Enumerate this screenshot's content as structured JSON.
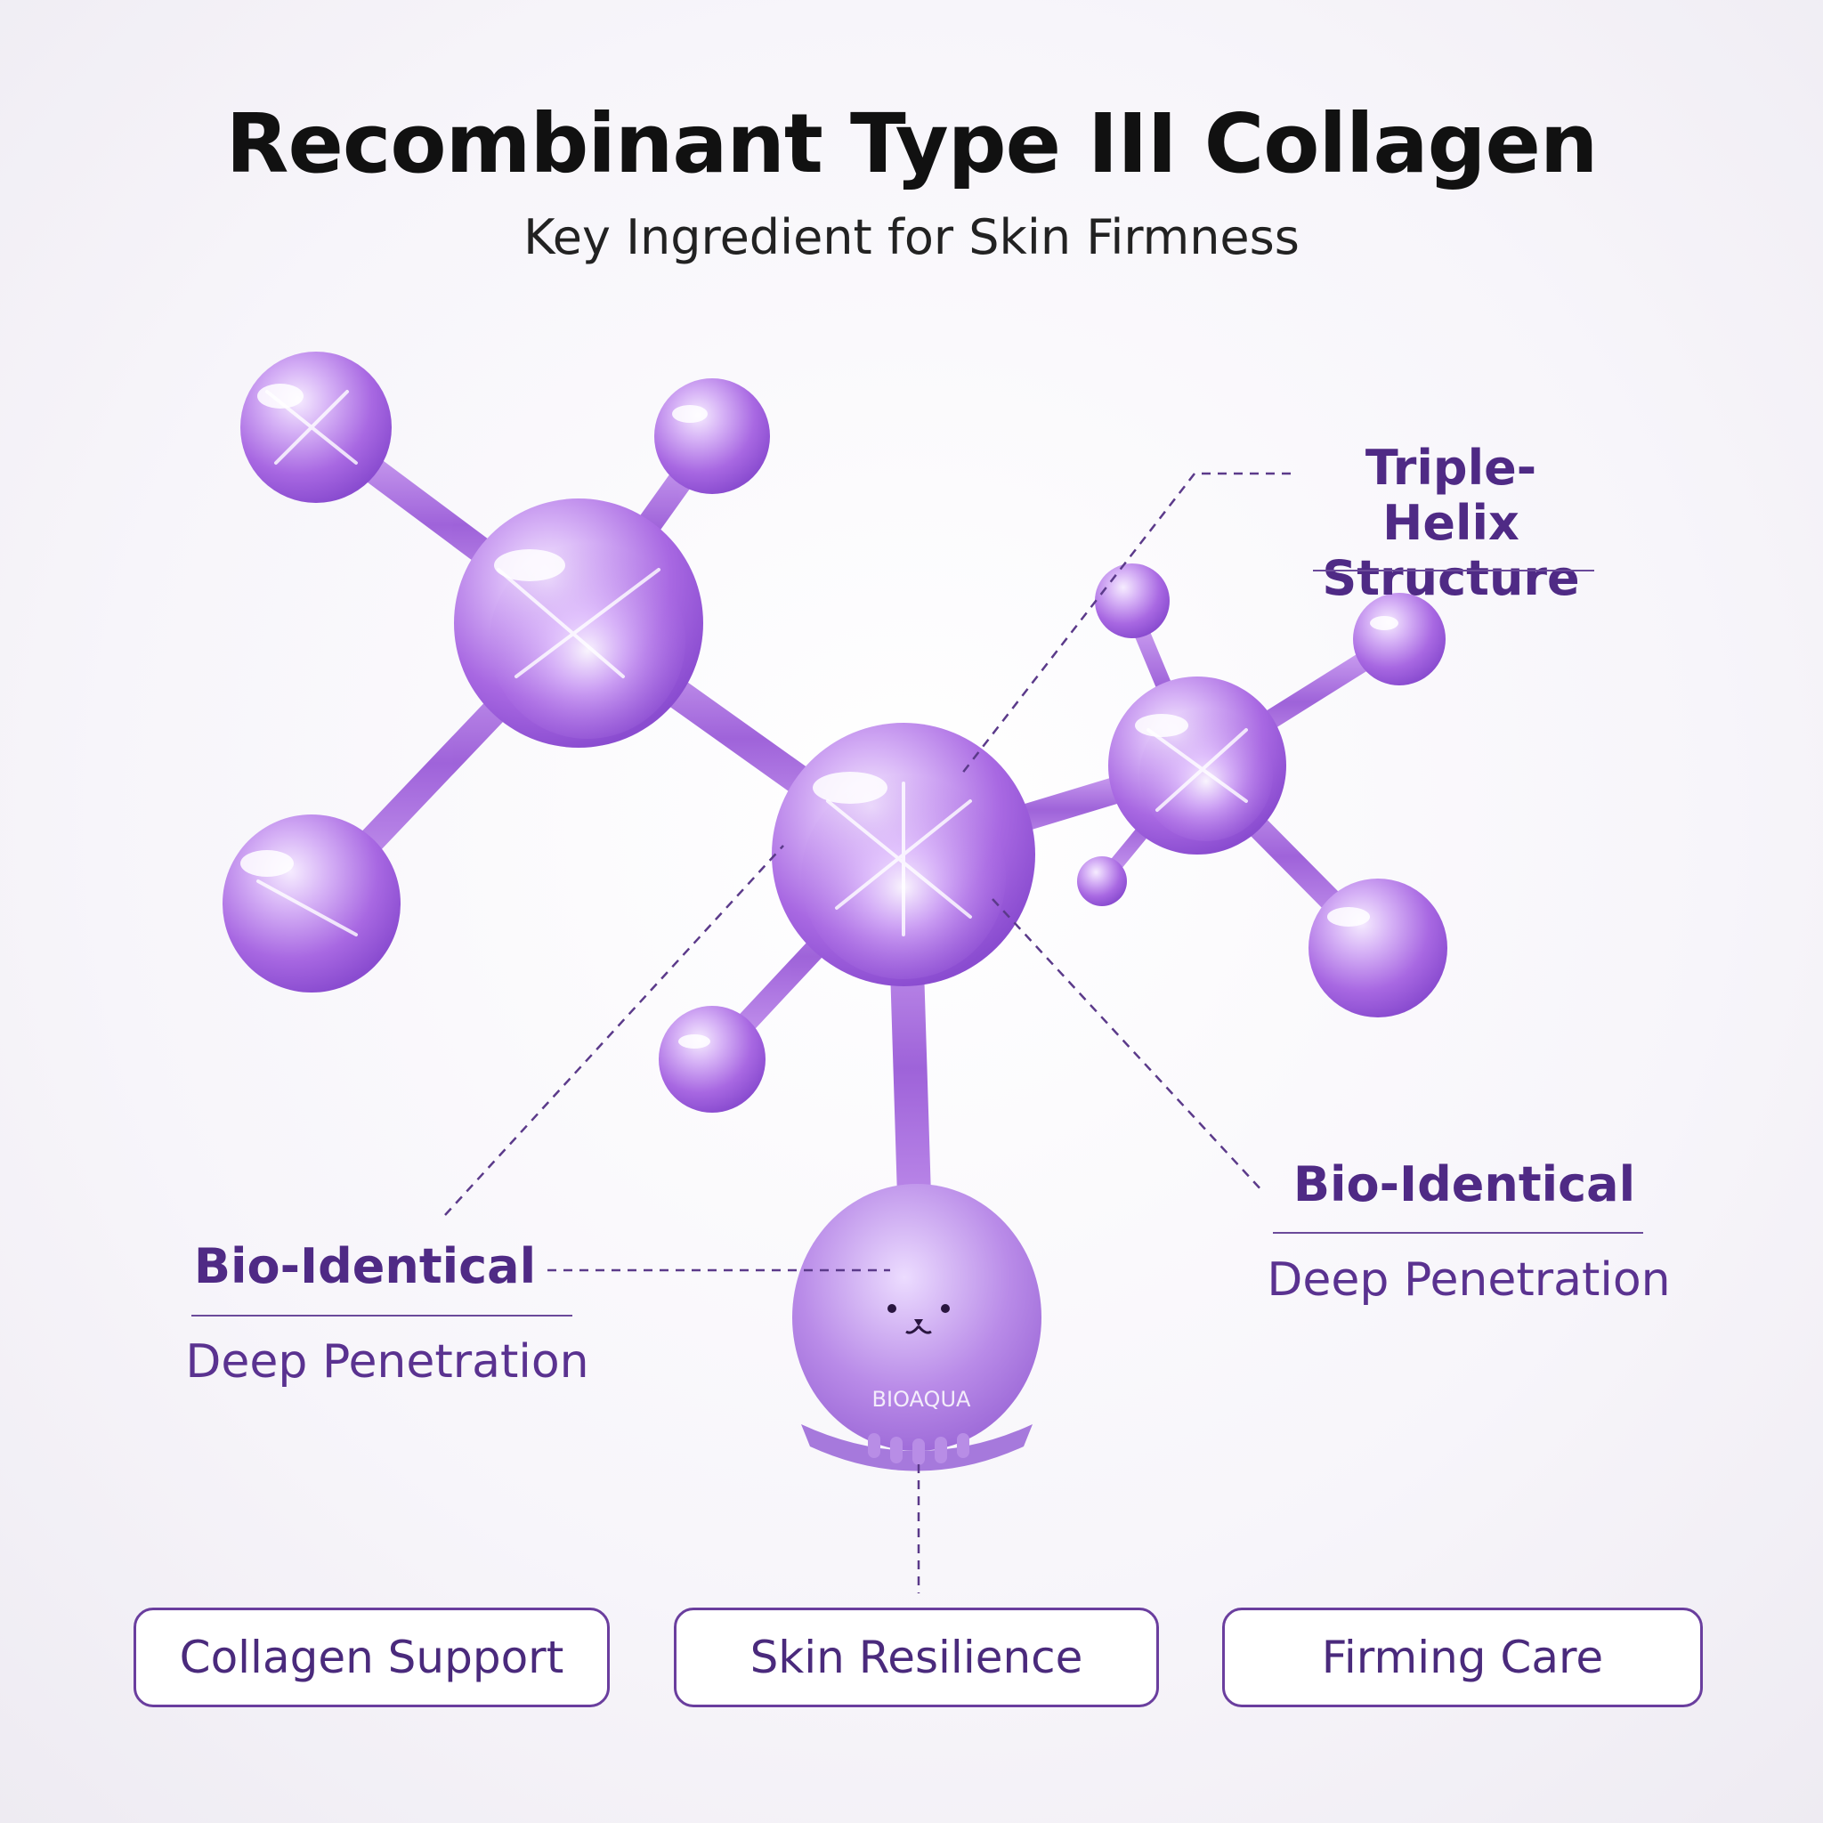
{
  "header": {
    "title": "Recombinant Type III Collagen",
    "subtitle": "Key Ingredient for Skin Firmness"
  },
  "callouts": {
    "top_right": {
      "line1": "Triple-Helix",
      "line2": "Structure"
    },
    "right": {
      "title": "Bio-Identical",
      "subtitle": "Deep Penetration"
    },
    "left": {
      "title": "Bio-Identical",
      "subtitle": "Deep Penetration"
    }
  },
  "product": {
    "brand": "BIOAQUA"
  },
  "benefits": [
    "Collagen Support",
    "Skin Resilience",
    "Firming Care"
  ],
  "colors": {
    "accent": "#5b2e91",
    "sphere_light": "#e7d4fb",
    "sphere_mid": "#b57ce8",
    "sphere_dark": "#7b3fc4",
    "text_dark": "#111111"
  }
}
